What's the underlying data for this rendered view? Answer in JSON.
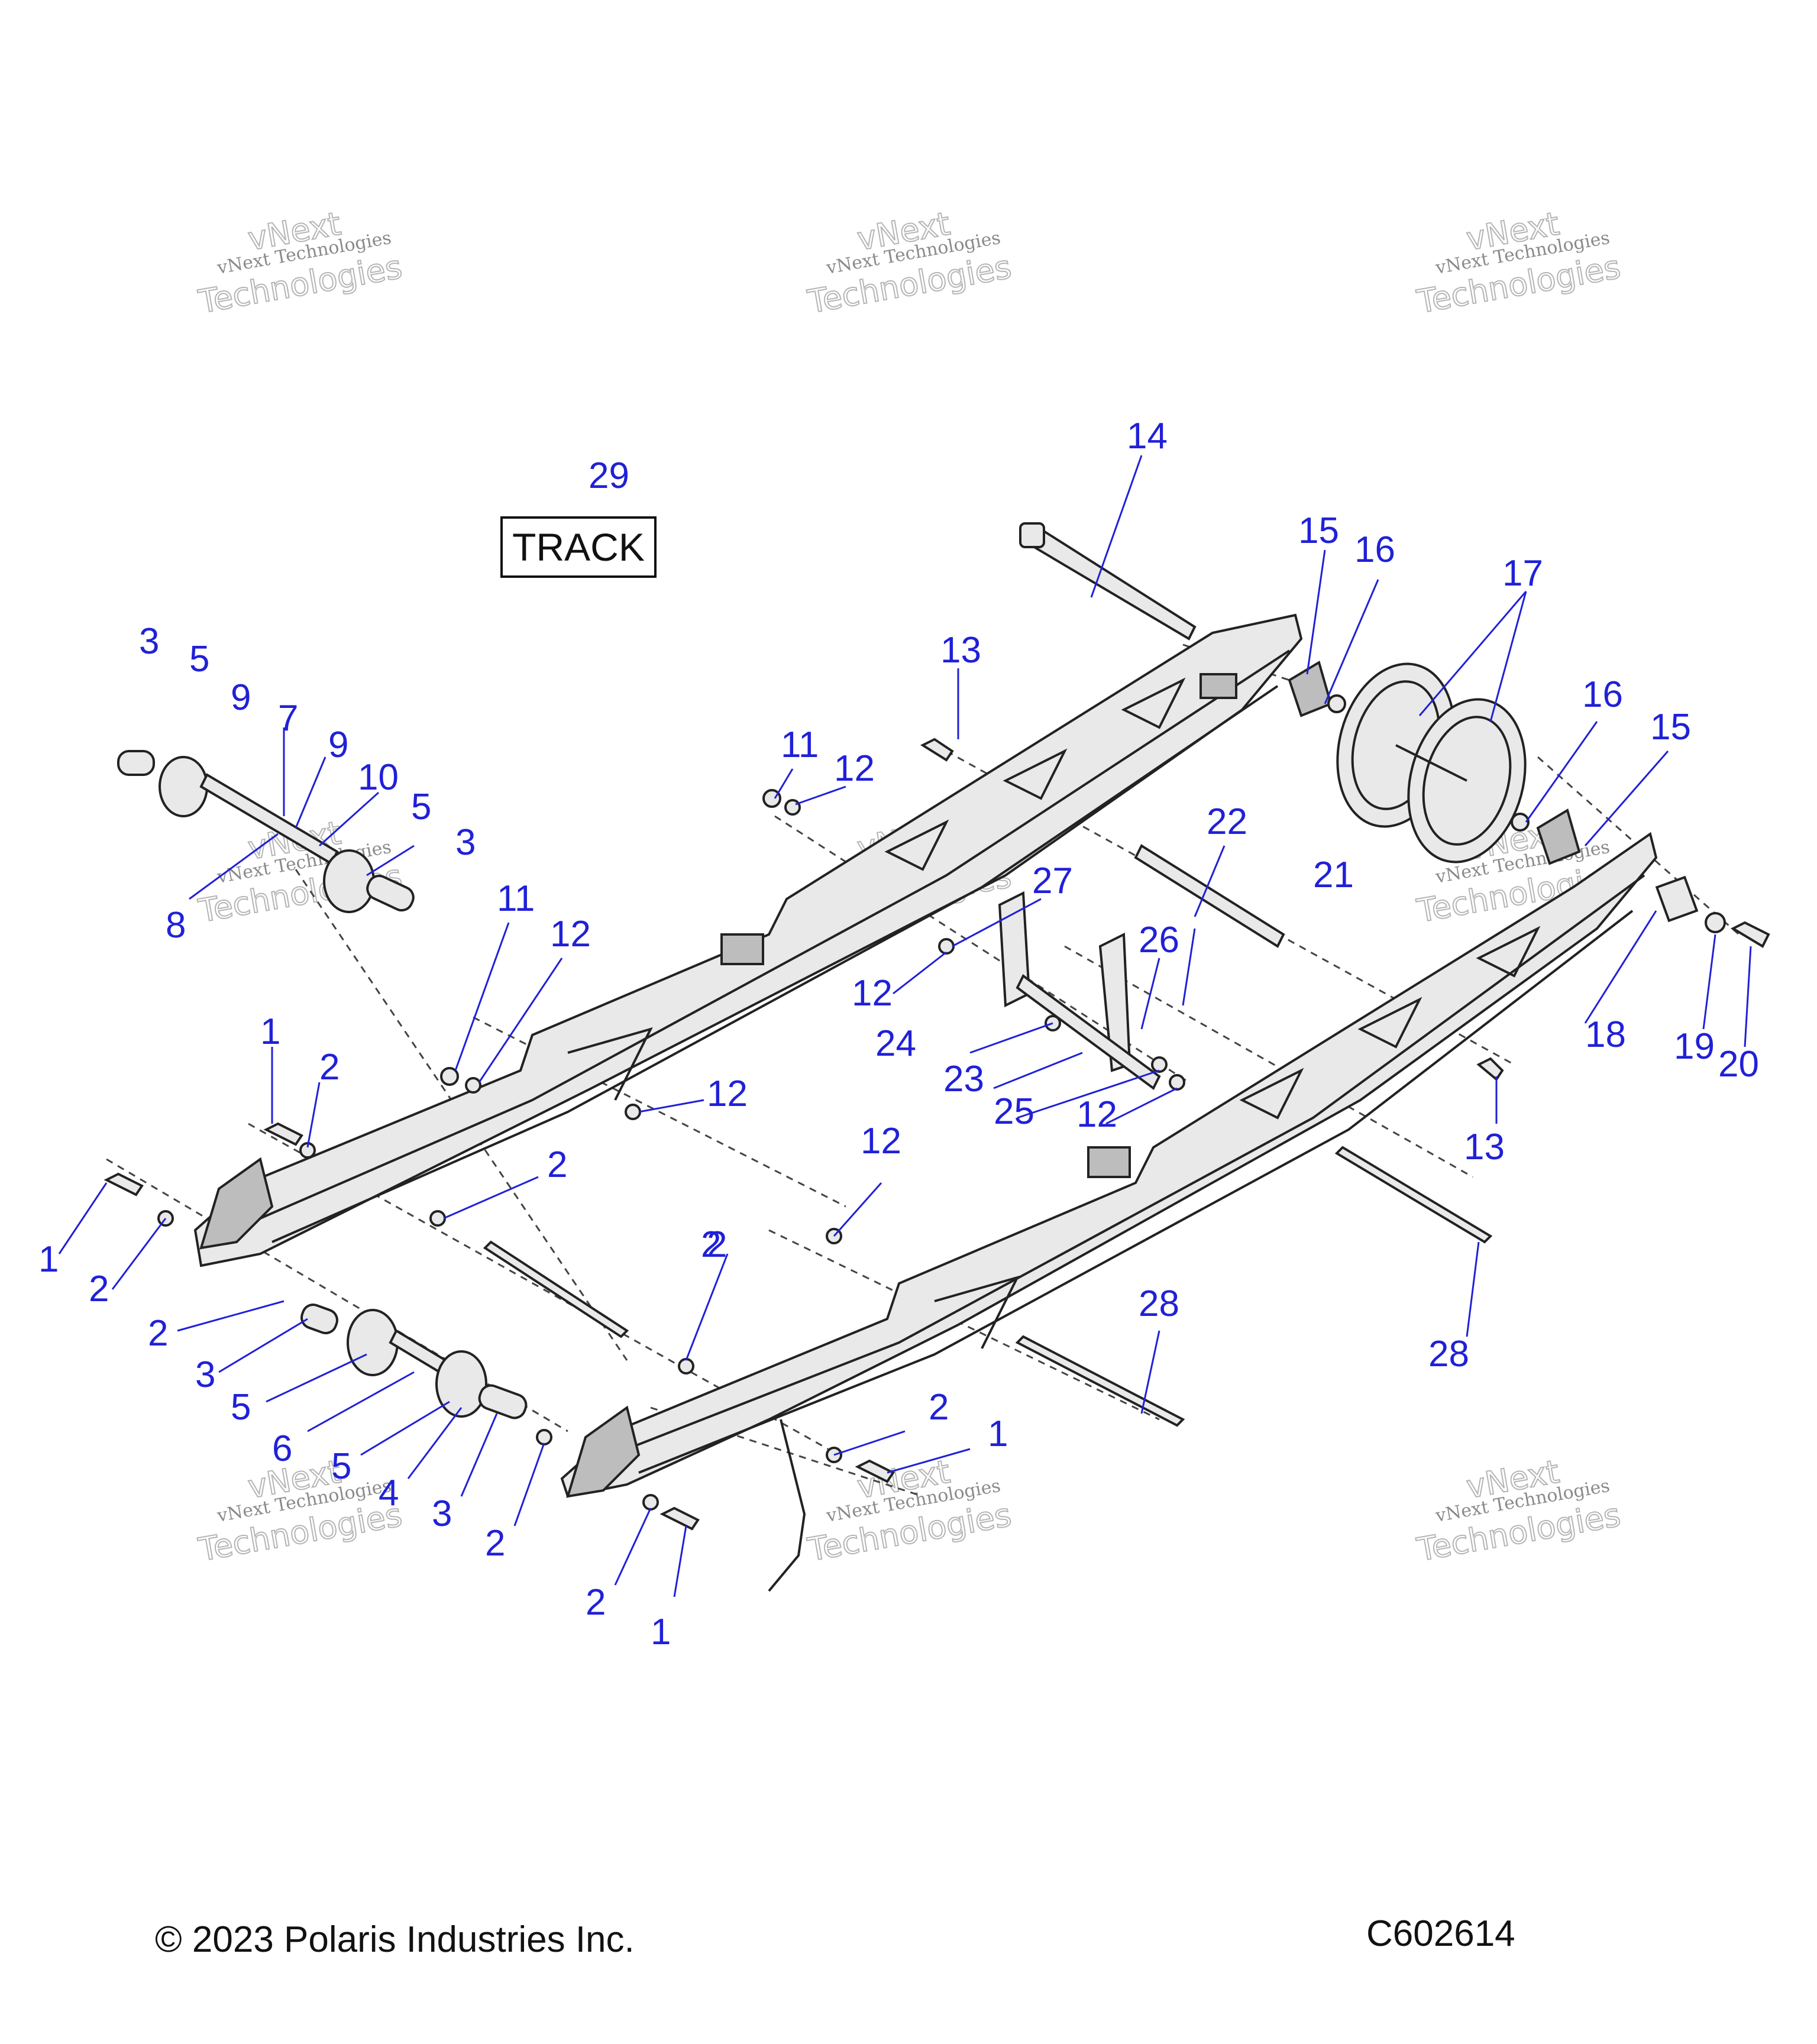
{
  "diagram": {
    "track_label": "TRACK",
    "copyright": "© 2023 Polaris Industries Inc.",
    "figure_code": "C602614",
    "watermark_line1": "vNext Technologies",
    "watermark_line2": "vNext",
    "watermark_line3": "Technologies",
    "callouts": [
      "1",
      "2",
      "3",
      "4",
      "5",
      "6",
      "7",
      "8",
      "9",
      "10",
      "11",
      "12",
      "13",
      "14",
      "15",
      "16",
      "17",
      "18",
      "19",
      "20",
      "21",
      "22",
      "23",
      "24",
      "25",
      "26",
      "27",
      "28",
      "29"
    ]
  }
}
